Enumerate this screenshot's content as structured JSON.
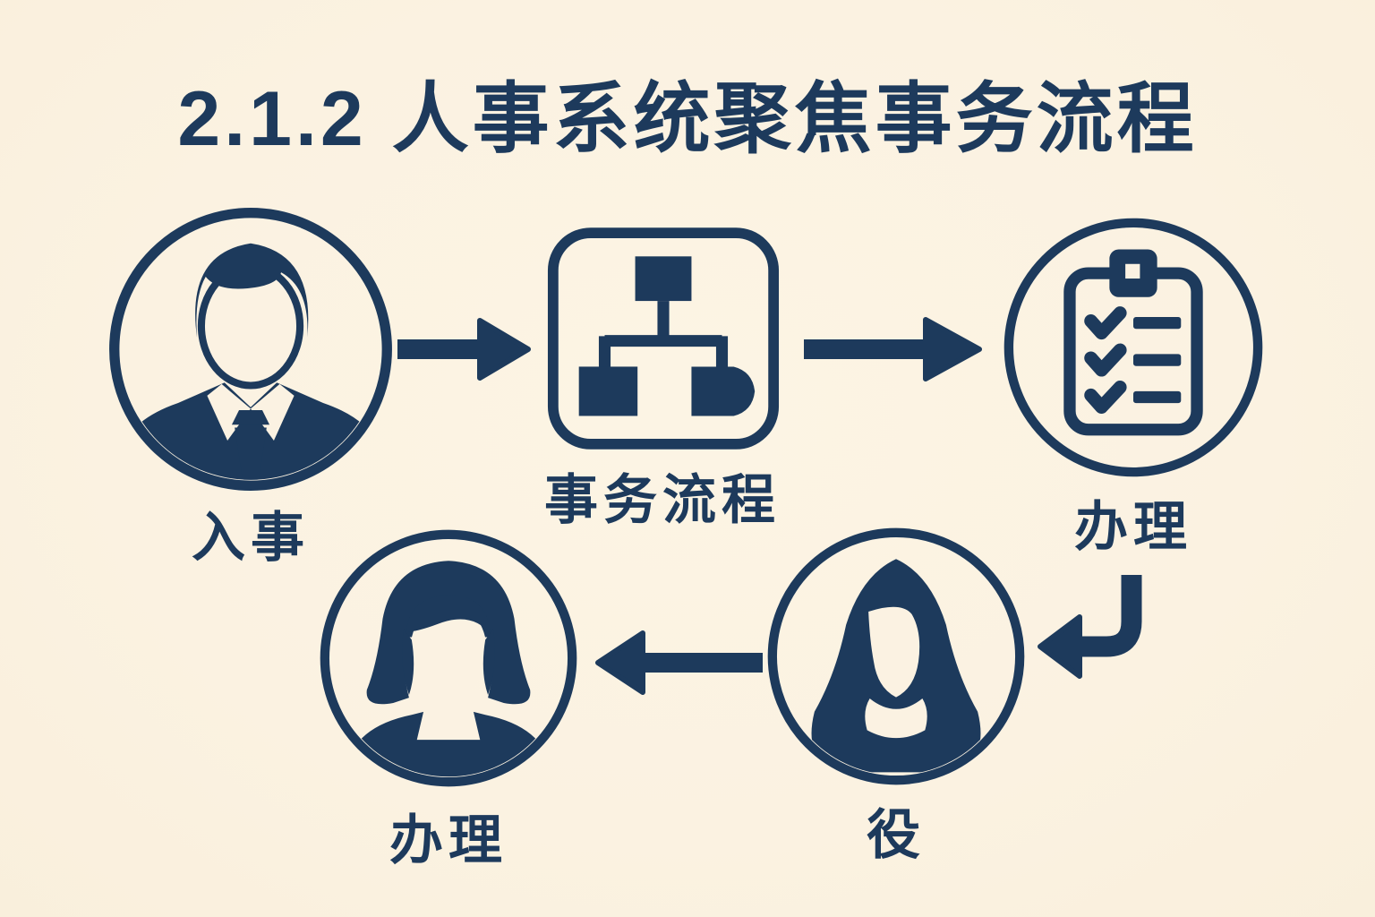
{
  "title": "2.1.2 人事系统聚焦事务流程",
  "colors": {
    "ink": "#1d3a5c",
    "background": "#fbf2e2"
  },
  "flow": {
    "description": "HR transaction process loop diagram",
    "nodes": [
      {
        "id": "employee",
        "icon": "businessman-icon",
        "shape": "circle",
        "label": "入事"
      },
      {
        "id": "process",
        "icon": "flowchart-icon",
        "shape": "rounded-square",
        "label": "事务流程"
      },
      {
        "id": "handling",
        "icon": "checklist-icon",
        "shape": "circle",
        "label": "办理"
      },
      {
        "id": "service",
        "icon": "woman-long-hair-icon",
        "shape": "circle",
        "label": "役"
      },
      {
        "id": "handling-done",
        "icon": "woman-bob-icon",
        "shape": "circle",
        "label": "办理"
      }
    ],
    "arrows": [
      {
        "from": "employee",
        "to": "process",
        "direction": "right"
      },
      {
        "from": "process",
        "to": "handling",
        "direction": "right"
      },
      {
        "from": "handling",
        "to": "service",
        "direction": "down-left-curve"
      },
      {
        "from": "service",
        "to": "handling-done",
        "direction": "left"
      }
    ]
  }
}
